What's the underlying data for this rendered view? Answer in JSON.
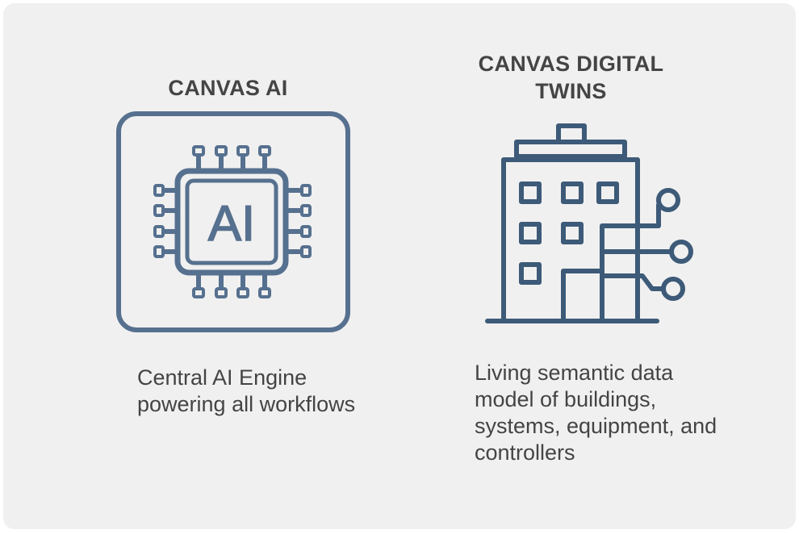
{
  "ai": {
    "title": "CANVAS AI",
    "icon_text": "AI",
    "description_lines": [
      "Central AI Engine",
      "powering all workflows"
    ]
  },
  "twins": {
    "title_lines": [
      "CANVAS DIGITAL",
      "TWINS"
    ],
    "description_lines": [
      "Living semantic data",
      "model of buildings,",
      "systems, equipment, and",
      "controllers"
    ]
  },
  "colors": {
    "icon_stroke": "#56708f",
    "building_stroke": "#3d5a78",
    "text": "#444444",
    "panel_bg": "#f0f0f0"
  },
  "icons": {
    "ai": "ai-chip-icon",
    "twins": "digital-twin-building-icon"
  }
}
